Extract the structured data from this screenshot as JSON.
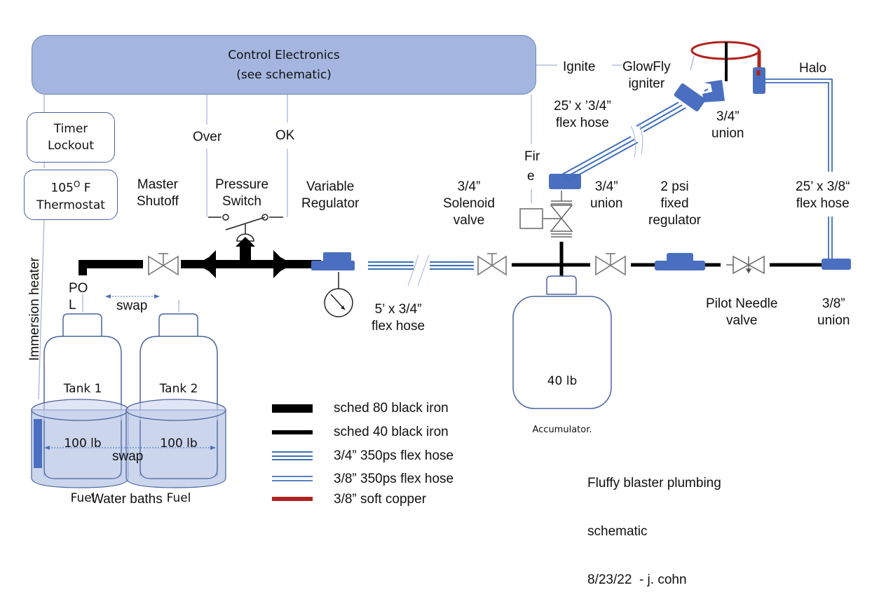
{
  "control_box": {
    "line1": "Control Electronics",
    "line2": "(see schematic)"
  },
  "signals": {
    "over": "Over",
    "ok": "OK",
    "ignite": "Ignite",
    "fire_line1": "Fir",
    "fire_line2": "e"
  },
  "boxes": {
    "timer": "Timer\nLockout",
    "thermostat_temp": "105",
    "thermostat_deg": "O",
    "thermostat_unit": " F",
    "thermostat_label": "Thermostat"
  },
  "labels": {
    "immersion_heater": "Immersion heater",
    "master_shutoff": "Master\nShutoff",
    "pressure_switch": "Pressure\nSwitch",
    "variable_regulator": "Variable\nRegulator",
    "solenoid_valve": "3/4”\nSolenoid\nvalve",
    "union_mid": "3/4”\nunion",
    "fixed_regulator": "2 psi\nfixed\nregulator",
    "flex_hose_3_8": "25’ x 3/8“\nflex hose",
    "flex_hose_25_3_4": "25’ x ’3/4”\nflex hose",
    "union_top": "3/4”\nunion",
    "glowfly": "GlowFly\nigniter",
    "halo": "Halo",
    "pol": "PO\nL",
    "swap_top": "swap",
    "swap_bottom": "swap",
    "flex_hose_5": "5’ x 3/4”\nflex hose",
    "pilot_needle": "Pilot Needle\nvalve",
    "union_3_8": "3/8”\nunion",
    "water_baths": "Water baths"
  },
  "tanks": [
    {
      "name": "Tank 1",
      "size": "100 lb",
      "content": "Fuel"
    },
    {
      "name": "Tank 2",
      "size": "100 lb",
      "content": "Fuel"
    }
  ],
  "accumulator": {
    "size": "40 lb",
    "label": "Accumulator."
  },
  "legend": [
    {
      "label": "sched 80 black iron",
      "type": "sched80",
      "color": "#000000"
    },
    {
      "label": "sched 40 black iron",
      "type": "sched40",
      "color": "#000000"
    },
    {
      "label": "3/4” 350ps flex hose",
      "type": "hose34",
      "color": "#3f6fb8"
    },
    {
      "label": "3/8” 350ps flex hose",
      "type": "hose38",
      "color": "#3f6fb8"
    },
    {
      "label": "3/8” soft copper",
      "type": "copper",
      "color": "#b0241e"
    }
  ],
  "title_block": {
    "line1": "Fluffy blaster plumbing",
    "line2": "schematic",
    "line3": "8/23/22  - j. cohn"
  },
  "colors": {
    "fitting": "#4a6fc0",
    "control": "#a4b6df",
    "hose": "#3f6fb8",
    "copper": "#b0241e",
    "outline": "#4a63a0",
    "bath": "#b9c7e6"
  }
}
